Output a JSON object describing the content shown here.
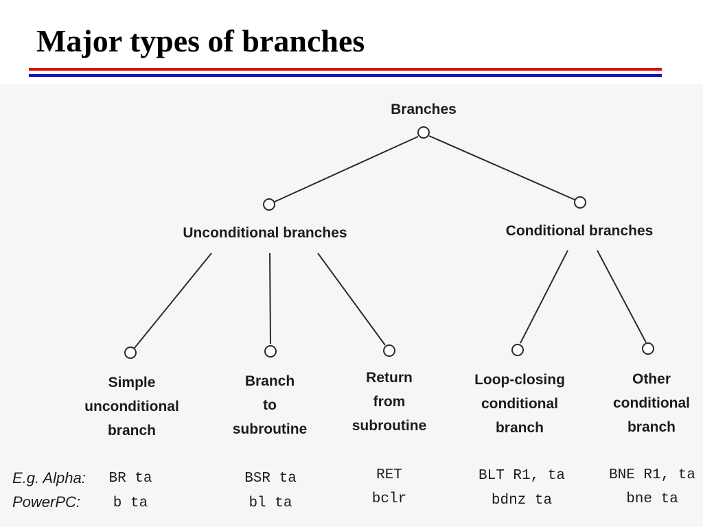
{
  "slide": {
    "title": "Major types of branches",
    "rule_colors": {
      "top": "#dd1111",
      "bottom": "#1111bb"
    }
  },
  "diagram": {
    "root": {
      "label": "Branches"
    },
    "unconditional": {
      "label": "Unconditional branches"
    },
    "conditional": {
      "label": "Conditional branches"
    },
    "leaves": [
      {
        "label": "Simple\nunconditional\nbranch",
        "alpha": "BR ta",
        "powerpc": "b ta"
      },
      {
        "label": "Branch\nto\nsubroutine",
        "alpha": "BSR ta",
        "powerpc": "bl ta"
      },
      {
        "label": "Return\nfrom\nsubroutine",
        "alpha": "RET",
        "powerpc": "bclr"
      },
      {
        "label": "Loop-closing\nconditional\nbranch",
        "alpha": "BLT R1, ta",
        "powerpc": "bdnz ta"
      },
      {
        "label": "Other\nconditional\nbranch",
        "alpha": "BNE R1, ta",
        "powerpc": "bne ta"
      }
    ],
    "examples_row": {
      "alpha_label": "E.g. Alpha:",
      "powerpc_label": "PowerPC:"
    }
  }
}
